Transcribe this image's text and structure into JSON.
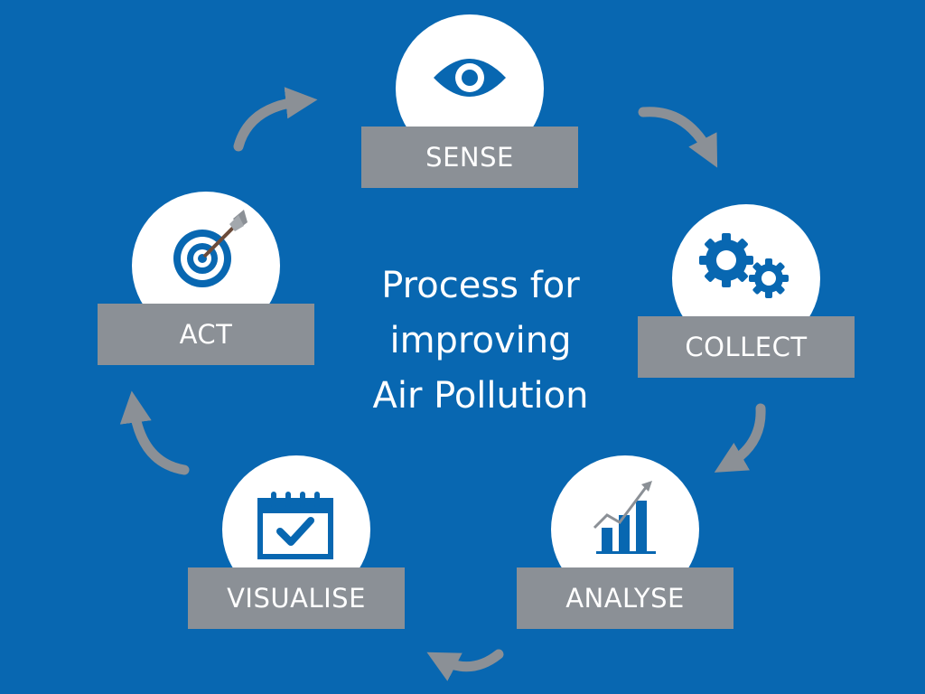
{
  "title_lines": [
    "Process for",
    "improving",
    "Air Pollution"
  ],
  "steps": [
    {
      "label": "SENSE",
      "icon": "eye-icon"
    },
    {
      "label": "COLLECT",
      "icon": "gears-icon"
    },
    {
      "label": "ANALYSE",
      "icon": "bar-chart-icon"
    },
    {
      "label": "VISUALISE",
      "icon": "calendar-check-icon"
    },
    {
      "label": "ACT",
      "icon": "target-icon"
    }
  ],
  "colors": {
    "background": "#0867b1",
    "label_box": "#8b9096",
    "icon": "#0867b1",
    "arrow": "#8b9096",
    "circle": "#ffffff"
  }
}
